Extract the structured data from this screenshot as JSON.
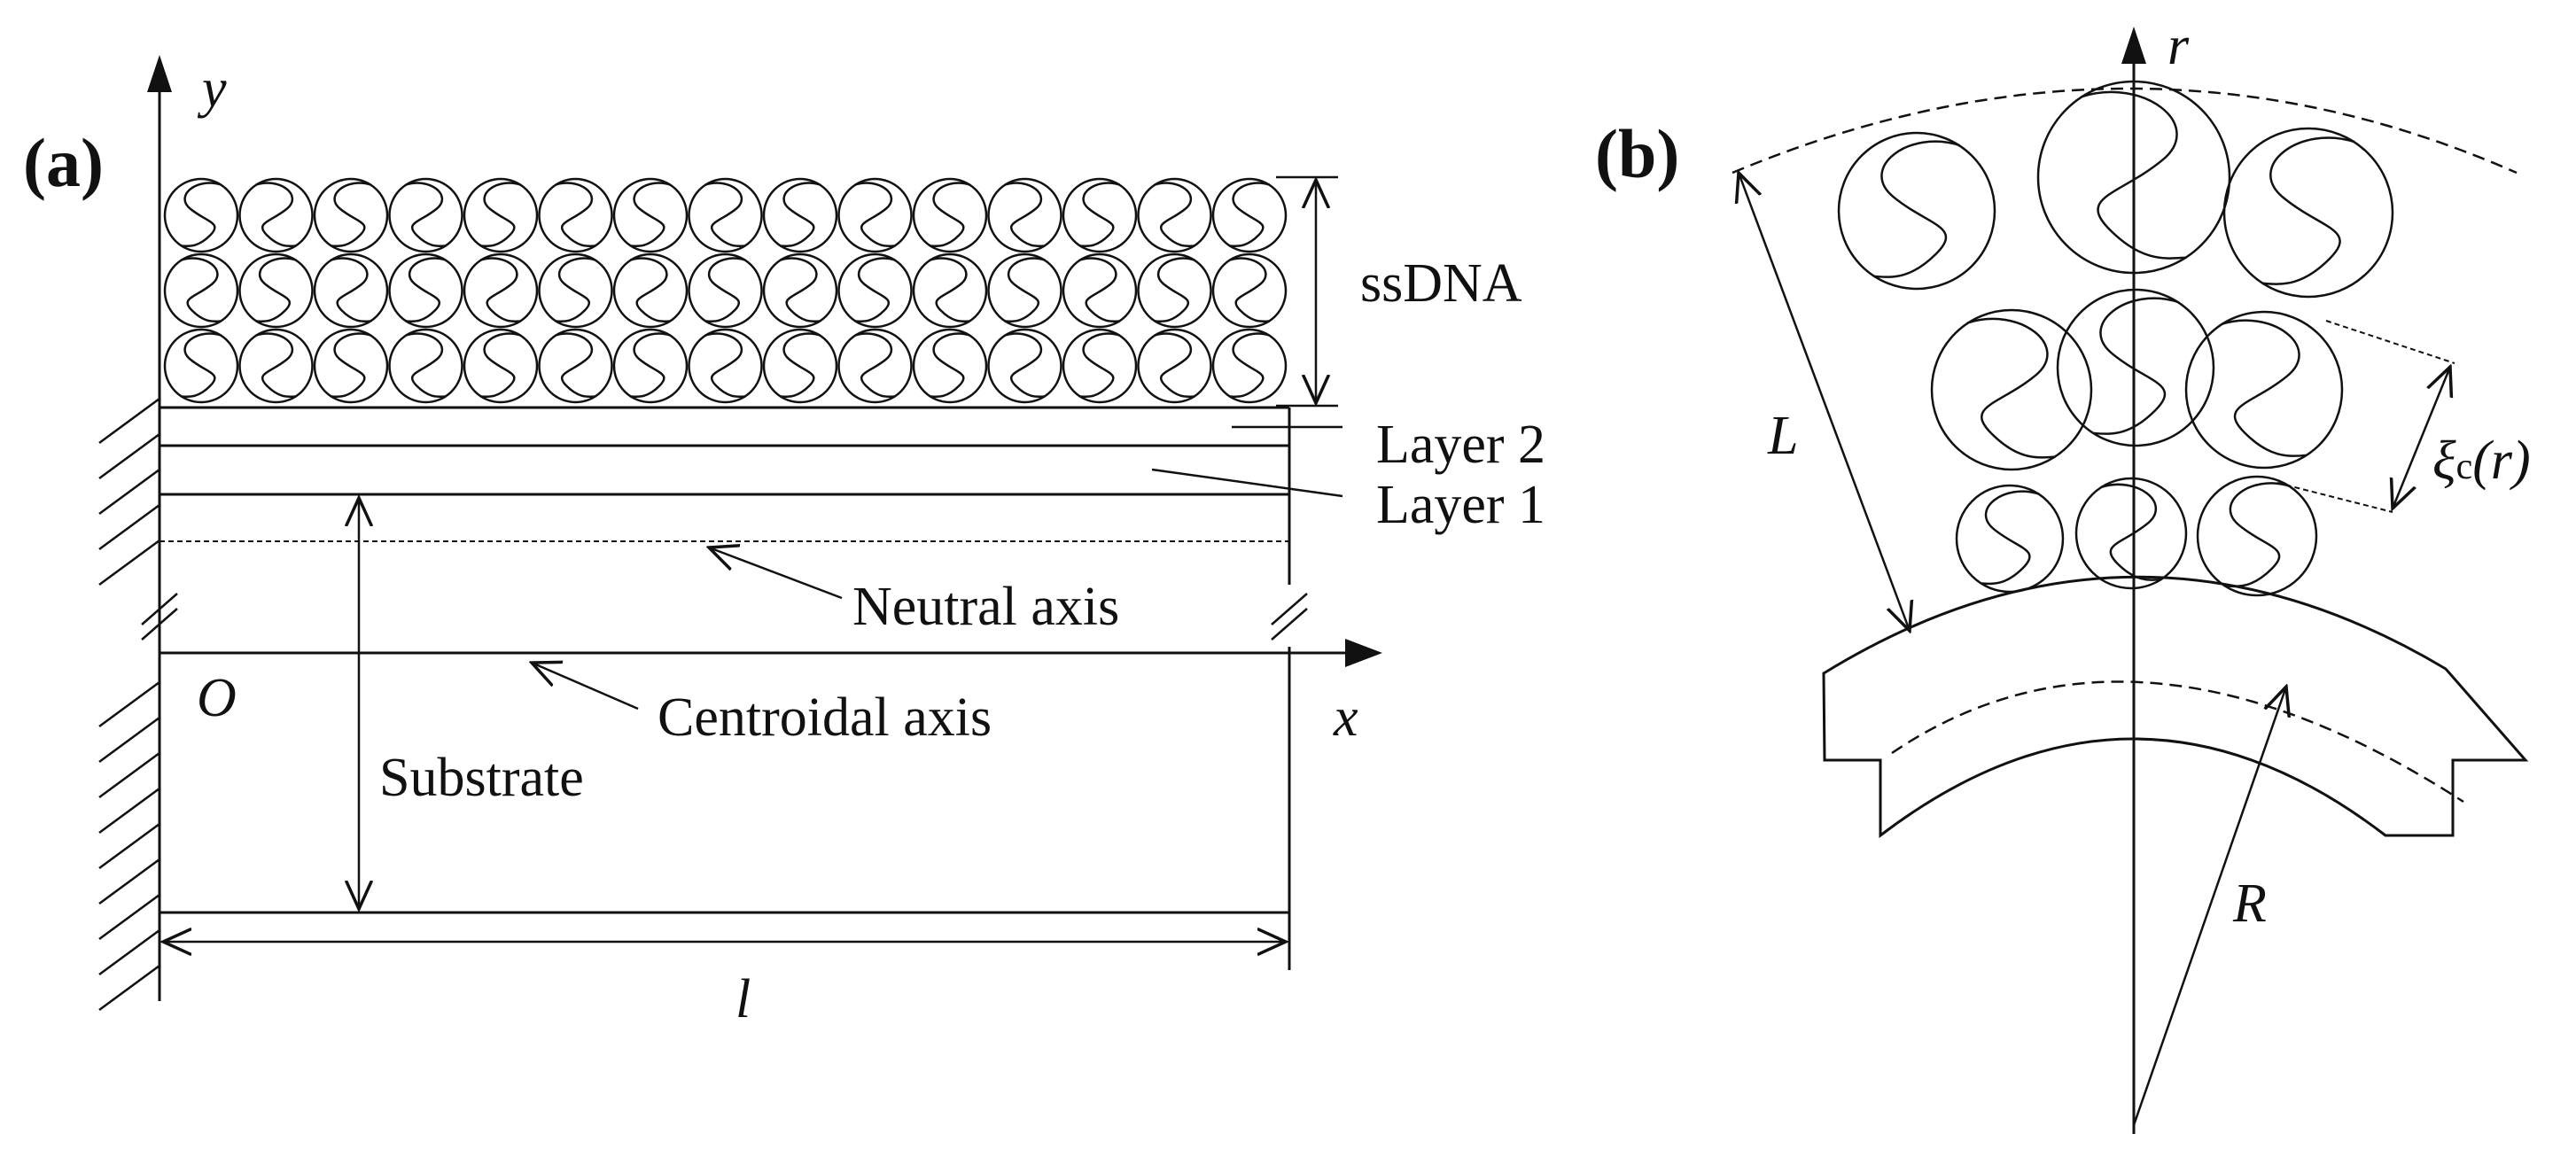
{
  "panel_a": {
    "label": "(a)",
    "axis_y": "y",
    "axis_x": "x",
    "origin": "O",
    "ssdna": "ssDNA",
    "layer2": "Layer 2",
    "layer1": "Layer 1",
    "neutral_axis": "Neutral axis",
    "centroidal_axis": "Centroidal axis",
    "substrate": "Substrate",
    "length": "l"
  },
  "panel_b": {
    "label": "(b)",
    "axis_r": "r",
    "length_L": "L",
    "radius_R": "R",
    "xi_symbol": "ξ",
    "xi_sub": "c",
    "xi_arg": "(r)"
  }
}
